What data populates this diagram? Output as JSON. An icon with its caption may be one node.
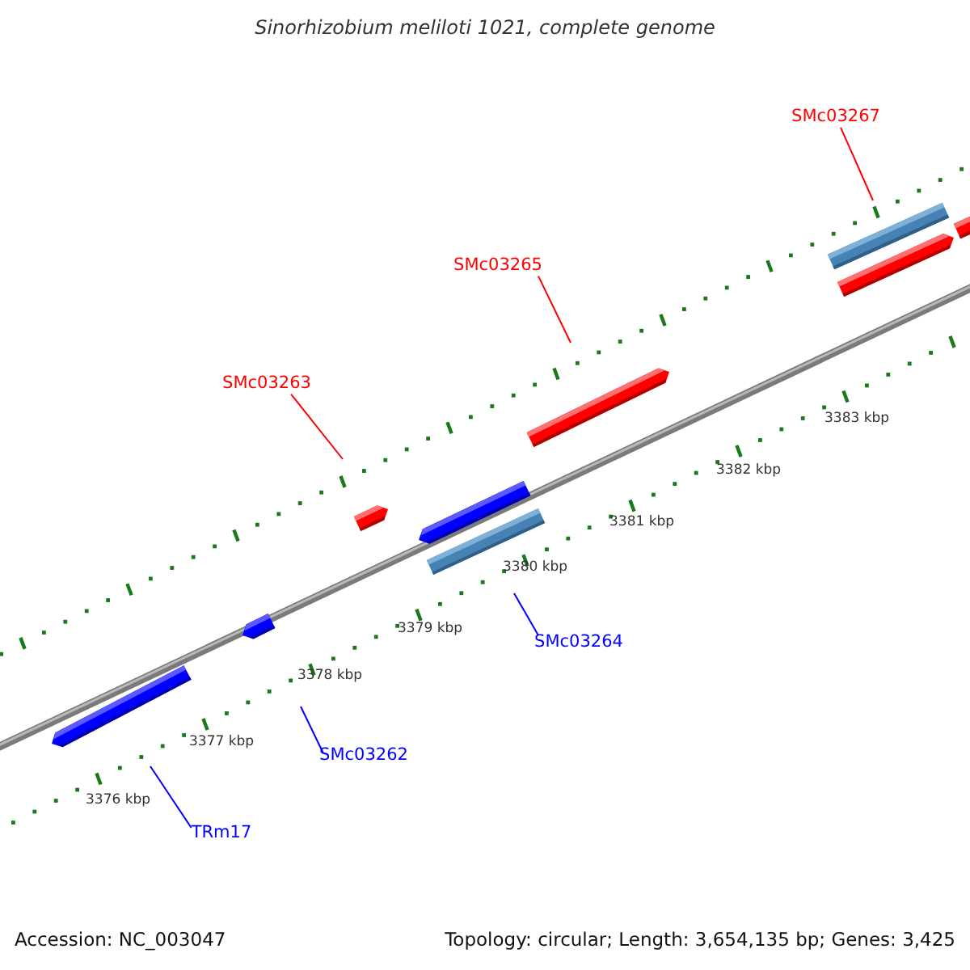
{
  "diagram": {
    "title": "Sinorhizobium meliloti 1021, complete genome",
    "nodes": [
      {
        "text": [
          "SMc03267"
        ]
      },
      {
        "text": [
          "SMc03265"
        ]
      },
      {
        "text": [
          "SMc03263"
        ]
      },
      {
        "text": [
          "SMc03264"
        ]
      },
      {
        "text": [
          "SMc03262"
        ]
      },
      {
        "text": [
          "TRm17"
        ]
      }
    ],
    "edges": [
      {
        "from": 0,
        "to": null,
        "arrow": "none",
        "color": "#ff0000"
      },
      {
        "from": 1,
        "to": null,
        "arrow": "none",
        "color": "#ff0000"
      },
      {
        "from": 2,
        "to": null,
        "arrow": "none",
        "color": "#ff0000"
      },
      {
        "from": 3,
        "to": null,
        "arrow": "none",
        "color": "#0000ff"
      },
      {
        "from": 4,
        "to": null,
        "arrow": "none",
        "color": "#0000ff"
      },
      {
        "from": 5,
        "to": null,
        "arrow": "none",
        "color": "#0000ff"
      }
    ],
    "labels": [
      "3383 kbp",
      "3382 kbp",
      "3381 kbp",
      "3380 kbp",
      "3379 kbp",
      "3378 kbp",
      "3377 kbp",
      "3376 kbp",
      "Accession: NC_003047",
      "Topology: circular; Length: 3,654,135 bp; Genes: 3,425"
    ]
  }
}
